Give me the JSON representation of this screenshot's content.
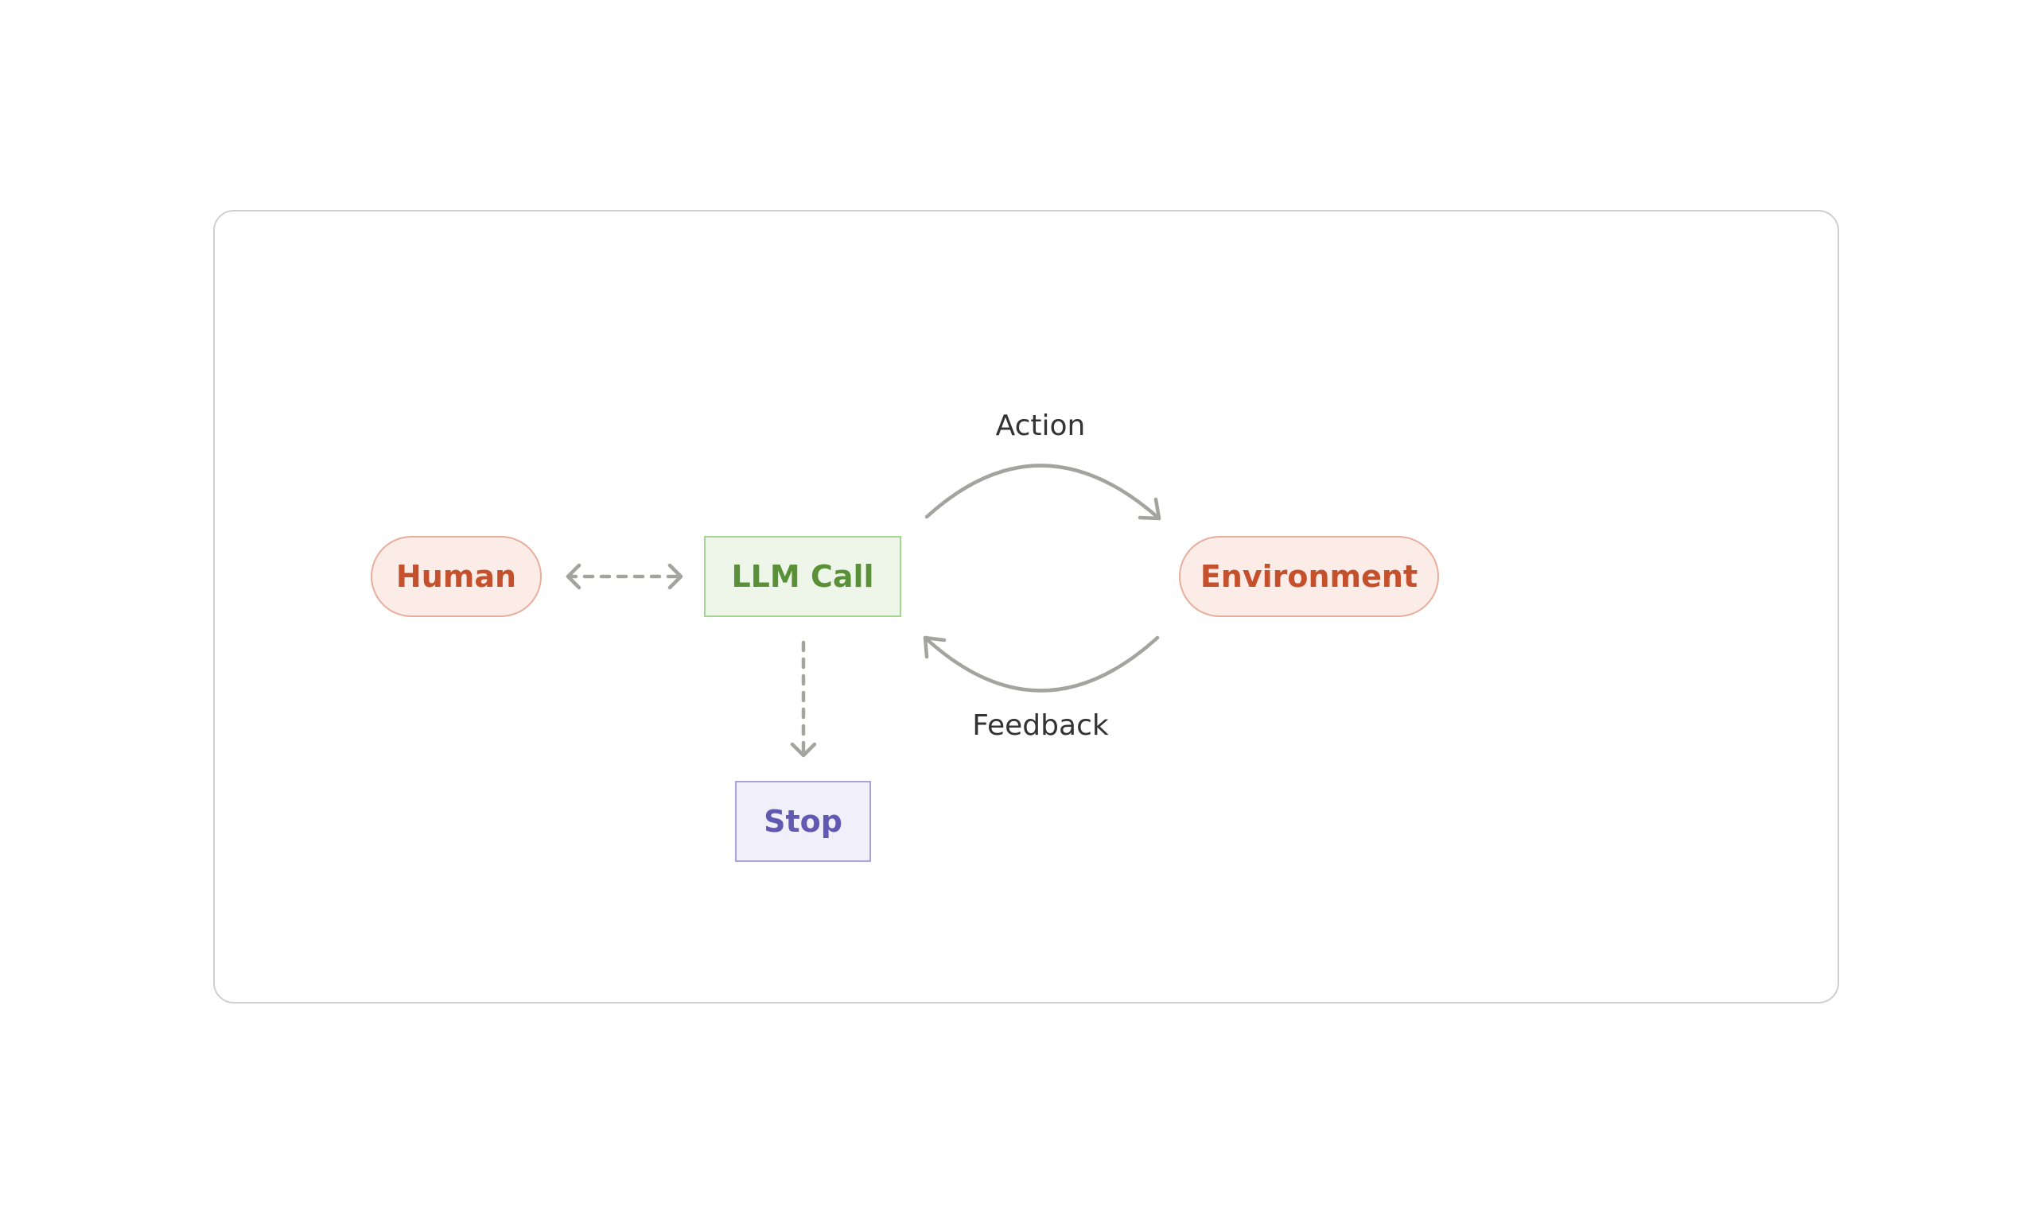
{
  "diagram": {
    "nodes": {
      "human": {
        "label": "Human"
      },
      "llm_call": {
        "label": "LLM Call"
      },
      "environment": {
        "label": "Environment"
      },
      "stop": {
        "label": "Stop"
      }
    },
    "edges": {
      "action": {
        "label": "Action"
      },
      "feedback": {
        "label": "Feedback"
      }
    },
    "colors": {
      "human_fill": "#fbece8",
      "human_border": "#e9ad9b",
      "human_text": "#c4502c",
      "llm_fill": "#eef6e9",
      "llm_border": "#a6d493",
      "llm_text": "#5a9138",
      "stop_fill": "#f1f0fa",
      "stop_border": "#a9a3dc",
      "stop_text": "#6259b3",
      "edge": "#a3a3a0",
      "frame_border": "#cfcfcf"
    }
  }
}
